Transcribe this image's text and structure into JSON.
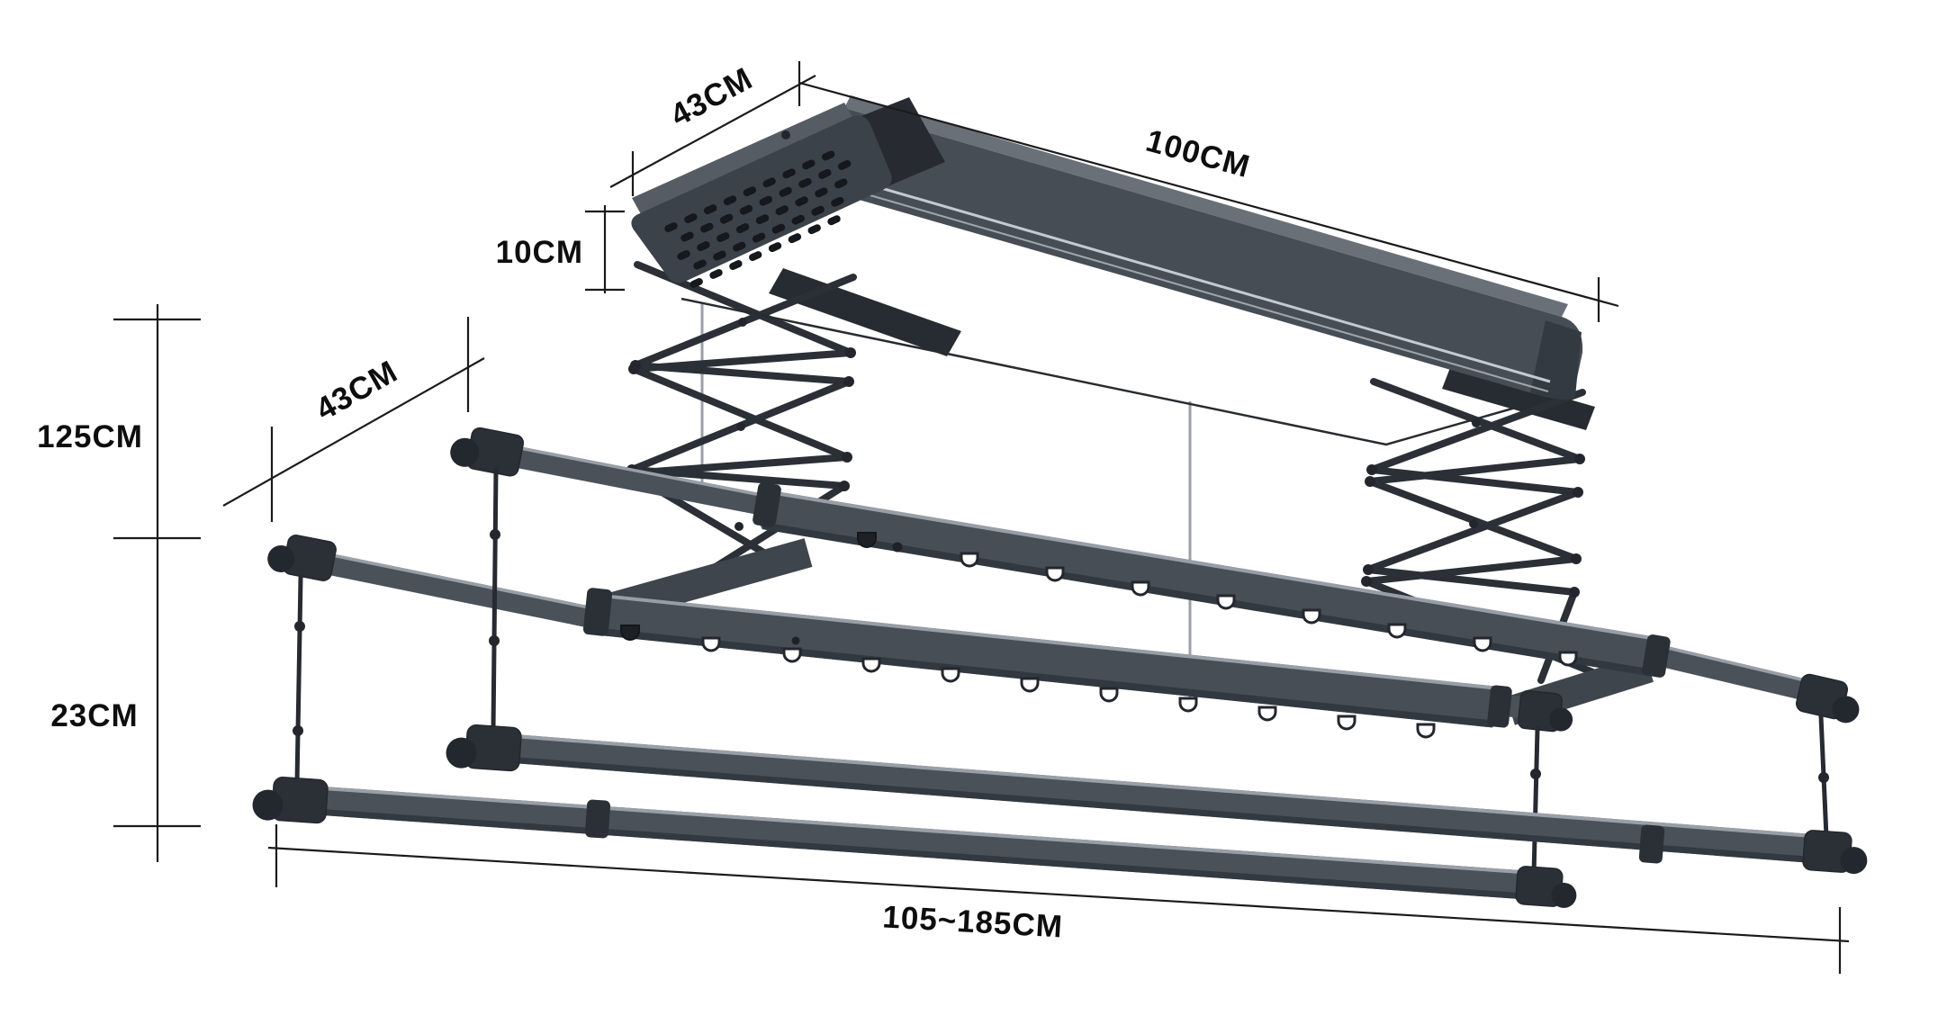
{
  "diagram": {
    "background": "#ffffff",
    "line_color": "#1b1b1b",
    "metal_color": "#4a5159",
    "metal_dark": "#2b3037",
    "metal_light": "#c6cbd0",
    "content": "ceiling-mounted electric lifting clothes drying rack dimension drawing"
  },
  "dimensions": {
    "top_unit_depth": "43CM",
    "top_unit_length": "100CM",
    "top_unit_height": "10CM",
    "lift_drop_height": "125CM",
    "rack_depth": "43CM",
    "rack_frame_height": "23CM",
    "rod_length_range": "105~185CM"
  }
}
